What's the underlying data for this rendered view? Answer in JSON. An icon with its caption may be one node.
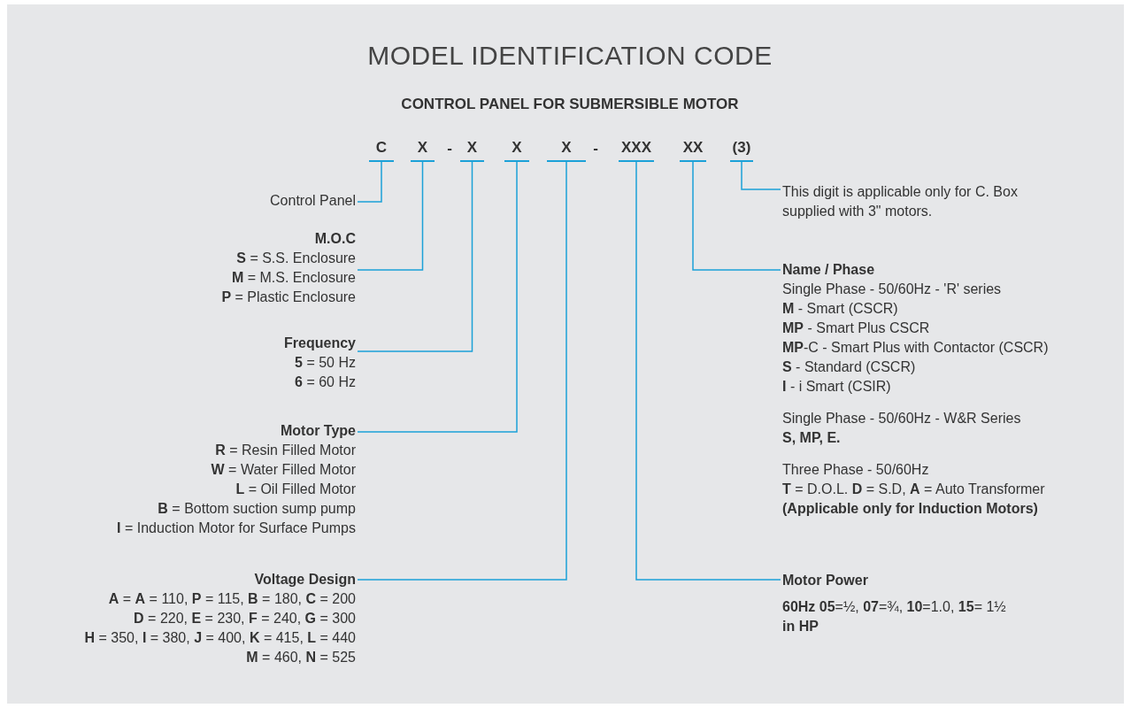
{
  "diagram": {
    "title": "MODEL IDENTIFICATION CODE",
    "nodes": [
      {
        "text": [
          "C"
        ]
      },
      {
        "text": [
          "X"
        ]
      },
      {
        "text": [
          "X"
        ]
      },
      {
        "text": [
          "X"
        ]
      },
      {
        "text": [
          "X"
        ]
      },
      {
        "text": [
          "XXX"
        ]
      },
      {
        "text": [
          "XX"
        ]
      },
      {
        "text": [
          "(3)"
        ]
      },
      {
        "text": [
          "Control Panel"
        ]
      },
      {
        "text": [
          "M.O.C",
          "**S** = S.S. Enclosure",
          "**M** = M.S. Enclosure",
          "**P** =  Plastic Enclosure"
        ]
      },
      {
        "text": [
          "Frequency",
          "**5** = 50 Hz",
          "**6** = 60 Hz"
        ]
      },
      {
        "text": [
          "Motor Type",
          "**R** = Resin Filled Motor",
          "**W** = Water Filled Motor",
          "**L** = Oil Filled Motor",
          "**B** = Bottom suction sump pump",
          "**I** = Induction Motor for Surface Pumps"
        ]
      },
      {
        "text": [
          "Voltage Design",
          "**A** = **A** = 110, **P** = 115, **B** = 180, **C** = 200",
          "**D** = 220, **E** = 230, **F** = 240, **G** = 300",
          "**H** = 350, **I** = 380, **J** = 400, **K** = 415, **L** = 440",
          "**M** = 460, **N** = 525"
        ]
      },
      {
        "text": [
          "This digit is applicable only for C. Box supplied with 3\" motors."
        ]
      },
      {
        "text": [
          "Name / Phase",
          "Single Phase - 50/60Hz - 'R' series",
          "**M** - Smart (CSCR)",
          "**MP** - Smart Plus CSCR",
          "**MP**-C - Smart Plus with Contactor (CSCR)",
          "**S** - Standard (CSCR)",
          "**I** - i Smart (CSIR)",
          "Single Phase - 50/60Hz - W&R Series",
          "**S, MP, E.**",
          "Three Phase - 50/60Hz",
          "**T** = D.O.L. **D** = S.D, **A** = Auto Transformer",
          "**(Applicable only for Induction Motors)**"
        ]
      },
      {
        "text": [
          "Motor Power",
          "**60Hz 05**=½, **07**=¾, **10**=1.0, **15**= 1½",
          "**in HP**"
        ]
      }
    ],
    "edges": [
      {
        "from": 0,
        "to": 8,
        "arrow": "none"
      },
      {
        "from": 1,
        "to": 9,
        "arrow": "none"
      },
      {
        "from": 2,
        "to": 10,
        "arrow": "none"
      },
      {
        "from": 3,
        "to": 11,
        "arrow": "none"
      },
      {
        "from": 4,
        "to": 12,
        "arrow": "none"
      },
      {
        "from": 5,
        "to": 15,
        "arrow": "none"
      },
      {
        "from": 6,
        "to": 14,
        "arrow": "none"
      },
      {
        "from": 7,
        "to": 13,
        "arrow": "none"
      }
    ],
    "labels": [
      "CONTROL PANEL FOR SUBMERSIBLE MOTOR",
      "-",
      "-"
    ]
  }
}
